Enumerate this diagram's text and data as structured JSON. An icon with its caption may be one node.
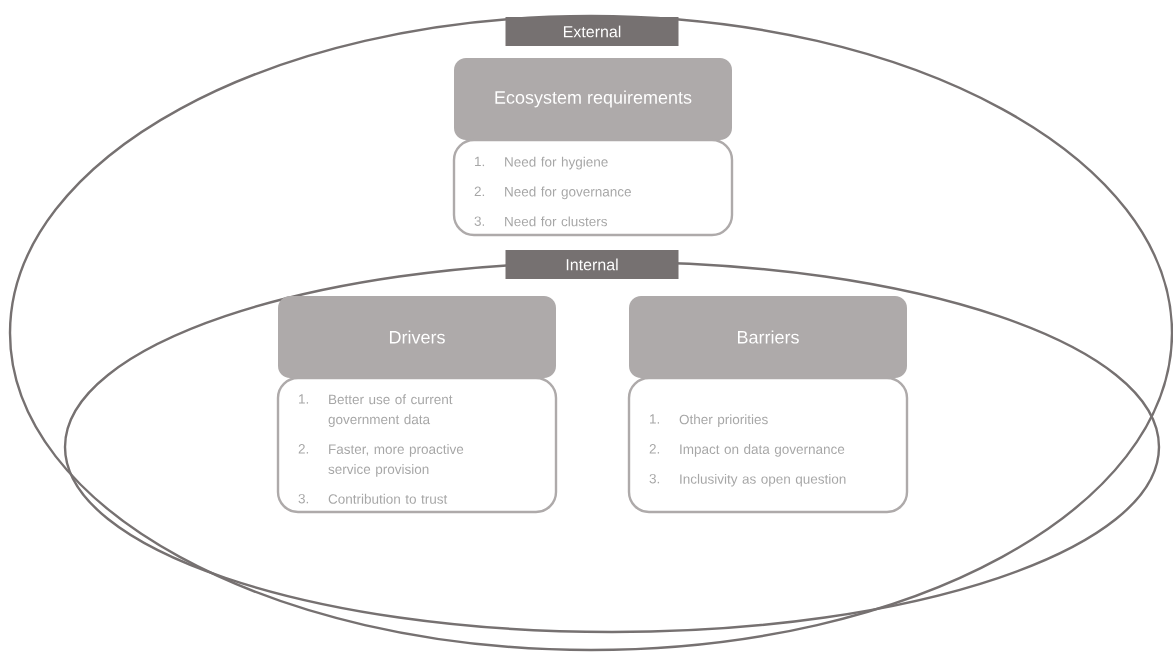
{
  "diagram": {
    "nodes": [
      {
        "text": [
          "External"
        ]
      },
      {
        "text": [
          "Ecosystem requirements"
        ],
        "in": 0
      },
      {
        "text": [
          "1.",
          "Need for hygiene",
          "2.",
          "Need for governance",
          "3.",
          "Need for clusters"
        ],
        "in": 0
      },
      {
        "text": [
          "Internal"
        ],
        "in": 0
      },
      {
        "text": [
          "Drivers"
        ],
        "in": 3
      },
      {
        "text": [
          "1.",
          "Better use of current government data",
          "2.",
          "Faster, more proactive service provision",
          "3.",
          "Contribution to trust"
        ],
        "in": 3
      },
      {
        "text": [
          "Barriers"
        ],
        "in": 3
      },
      {
        "text": [
          "1.",
          "Other priorities",
          "2.",
          "Impact on data governance",
          "3.",
          "Inclusivity as open question"
        ],
        "in": 3
      }
    ]
  }
}
